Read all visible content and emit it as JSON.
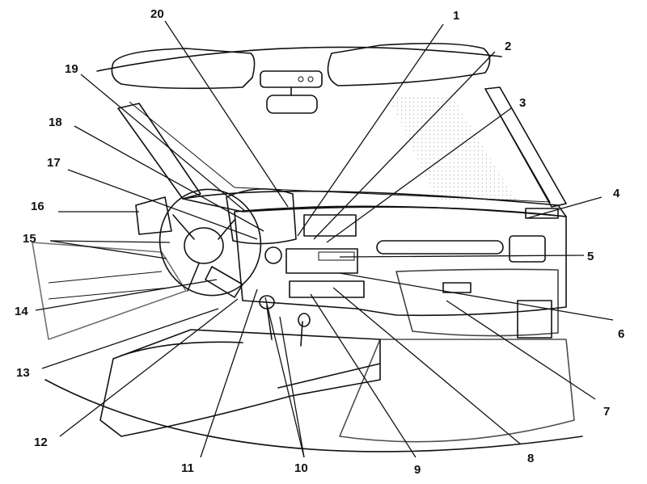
{
  "diagram": {
    "subject": "vehicle-interior-dashboard",
    "callouts": [
      {
        "id": "callout-1",
        "label": "1"
      },
      {
        "id": "callout-2",
        "label": "2"
      },
      {
        "id": "callout-3",
        "label": "3"
      },
      {
        "id": "callout-4",
        "label": "4"
      },
      {
        "id": "callout-5",
        "label": "5"
      },
      {
        "id": "callout-6",
        "label": "6"
      },
      {
        "id": "callout-7",
        "label": "7"
      },
      {
        "id": "callout-8",
        "label": "8"
      },
      {
        "id": "callout-9",
        "label": "9"
      },
      {
        "id": "callout-10",
        "label": "10"
      },
      {
        "id": "callout-11",
        "label": "11"
      },
      {
        "id": "callout-12",
        "label": "12"
      },
      {
        "id": "callout-13",
        "label": "13"
      },
      {
        "id": "callout-14",
        "label": "14"
      },
      {
        "id": "callout-15",
        "label": "15"
      },
      {
        "id": "callout-16",
        "label": "16"
      },
      {
        "id": "callout-17",
        "label": "17"
      },
      {
        "id": "callout-18",
        "label": "18"
      },
      {
        "id": "callout-19",
        "label": "19"
      },
      {
        "id": "callout-20",
        "label": "20"
      }
    ],
    "colors": {
      "ink": "#111111",
      "paper": "#ffffff",
      "shade": "#9a9a9a"
    }
  }
}
